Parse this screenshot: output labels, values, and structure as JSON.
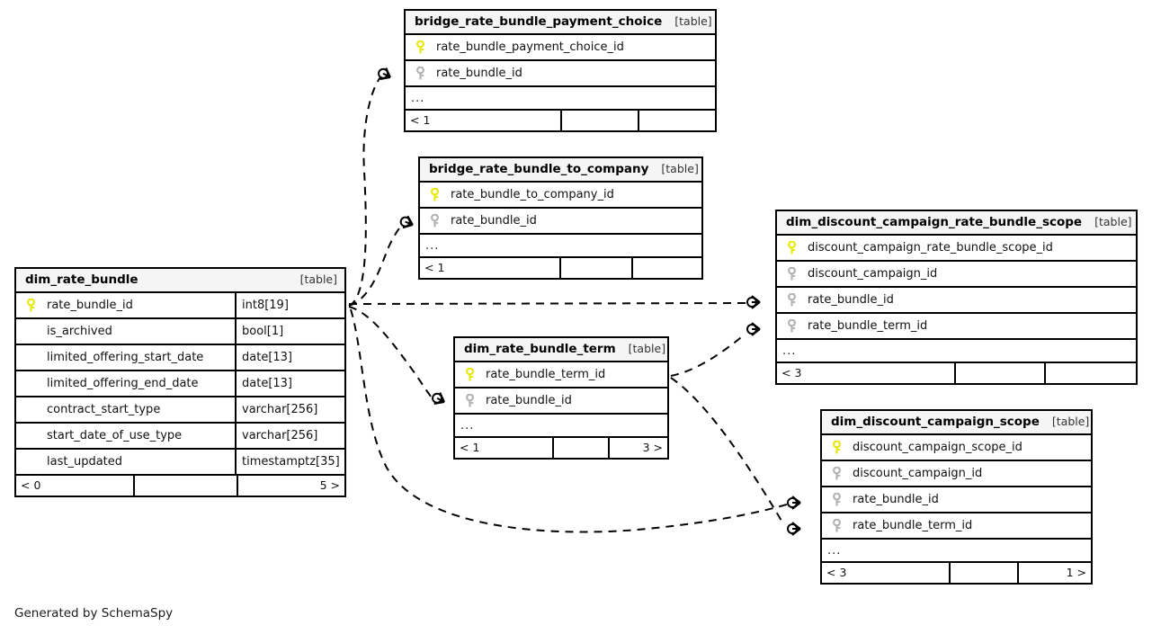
{
  "diagram": {
    "kind_label": "[table]",
    "ellipsis": "...",
    "credit": "Generated by SchemaSpy",
    "colors": {
      "primary_key": "#e8e80c",
      "foreign_key": "#b3b3b3",
      "header_bg": "#f5f5f5",
      "border": "#000000",
      "background": "#ffffff",
      "edge": "#000000"
    }
  },
  "tables": [
    {
      "id": "bridge_rate_bundle_payment_choice",
      "name": "bridge_rate_bundle_payment_choice",
      "kind": "[table]",
      "columns": [
        {
          "name": "rate_bundle_payment_choice_id",
          "key": "primary",
          "type": ""
        },
        {
          "name": "rate_bundle_id",
          "key": "foreign",
          "type": ""
        }
      ],
      "has_ellipsis": true,
      "footer": {
        "left": "< 1",
        "middle": "",
        "right": ""
      }
    },
    {
      "id": "bridge_rate_bundle_to_company",
      "name": "bridge_rate_bundle_to_company",
      "kind": "[table]",
      "columns": [
        {
          "name": "rate_bundle_to_company_id",
          "key": "primary",
          "type": ""
        },
        {
          "name": "rate_bundle_id",
          "key": "foreign",
          "type": ""
        }
      ],
      "has_ellipsis": true,
      "footer": {
        "left": "< 1",
        "middle": "",
        "right": ""
      }
    },
    {
      "id": "dim_discount_campaign_rate_bundle_scope",
      "name": "dim_discount_campaign_rate_bundle_scope",
      "kind": "[table]",
      "columns": [
        {
          "name": "discount_campaign_rate_bundle_scope_id",
          "key": "primary",
          "type": ""
        },
        {
          "name": "discount_campaign_id",
          "key": "foreign",
          "type": ""
        },
        {
          "name": "rate_bundle_id",
          "key": "foreign",
          "type": ""
        },
        {
          "name": "rate_bundle_term_id",
          "key": "foreign",
          "type": ""
        }
      ],
      "has_ellipsis": true,
      "footer": {
        "left": "< 3",
        "middle": "",
        "right": ""
      }
    },
    {
      "id": "dim_rate_bundle",
      "name": "dim_rate_bundle",
      "kind": "[table]",
      "columns": [
        {
          "name": "rate_bundle_id",
          "key": "primary",
          "type": "int8[19]"
        },
        {
          "name": "is_archived",
          "key": "none",
          "type": "bool[1]"
        },
        {
          "name": "limited_offering_start_date",
          "key": "none",
          "type": "date[13]"
        },
        {
          "name": "limited_offering_end_date",
          "key": "none",
          "type": "date[13]"
        },
        {
          "name": "contract_start_type",
          "key": "none",
          "type": "varchar[256]"
        },
        {
          "name": "start_date_of_use_type",
          "key": "none",
          "type": "varchar[256]"
        },
        {
          "name": "last_updated",
          "key": "none",
          "type": "timestamptz[35]"
        }
      ],
      "has_ellipsis": false,
      "footer": {
        "left": "< 0",
        "middle": "",
        "right": "5 >"
      }
    },
    {
      "id": "dim_rate_bundle_term",
      "name": "dim_rate_bundle_term",
      "kind": "[table]",
      "columns": [
        {
          "name": "rate_bundle_term_id",
          "key": "primary",
          "type": ""
        },
        {
          "name": "rate_bundle_id",
          "key": "foreign",
          "type": ""
        }
      ],
      "has_ellipsis": true,
      "footer": {
        "left": "< 1",
        "middle": "",
        "right": "3 >"
      }
    },
    {
      "id": "dim_discount_campaign_scope",
      "name": "dim_discount_campaign_scope",
      "kind": "[table]",
      "columns": [
        {
          "name": "discount_campaign_scope_id",
          "key": "primary",
          "type": ""
        },
        {
          "name": "discount_campaign_id",
          "key": "foreign",
          "type": ""
        },
        {
          "name": "rate_bundle_id",
          "key": "foreign",
          "type": ""
        },
        {
          "name": "rate_bundle_term_id",
          "key": "foreign",
          "type": ""
        }
      ],
      "has_ellipsis": true,
      "footer": {
        "left": "< 3",
        "middle": "",
        "right": "1 >"
      }
    }
  ],
  "relationships": [
    {
      "from": "dim_rate_bundle.rate_bundle_id",
      "to": "bridge_rate_bundle_payment_choice.rate_bundle_id"
    },
    {
      "from": "dim_rate_bundle.rate_bundle_id",
      "to": "bridge_rate_bundle_to_company.rate_bundle_id"
    },
    {
      "from": "dim_rate_bundle.rate_bundle_id",
      "to": "dim_discount_campaign_rate_bundle_scope.rate_bundle_id"
    },
    {
      "from": "dim_rate_bundle.rate_bundle_id",
      "to": "dim_rate_bundle_term.rate_bundle_id"
    },
    {
      "from": "dim_rate_bundle.rate_bundle_id",
      "to": "dim_discount_campaign_scope.rate_bundle_id"
    },
    {
      "from": "dim_rate_bundle_term.rate_bundle_term_id",
      "to": "dim_discount_campaign_rate_bundle_scope.rate_bundle_term_id"
    },
    {
      "from": "dim_rate_bundle_term.rate_bundle_term_id",
      "to": "dim_discount_campaign_scope.rate_bundle_term_id"
    }
  ]
}
